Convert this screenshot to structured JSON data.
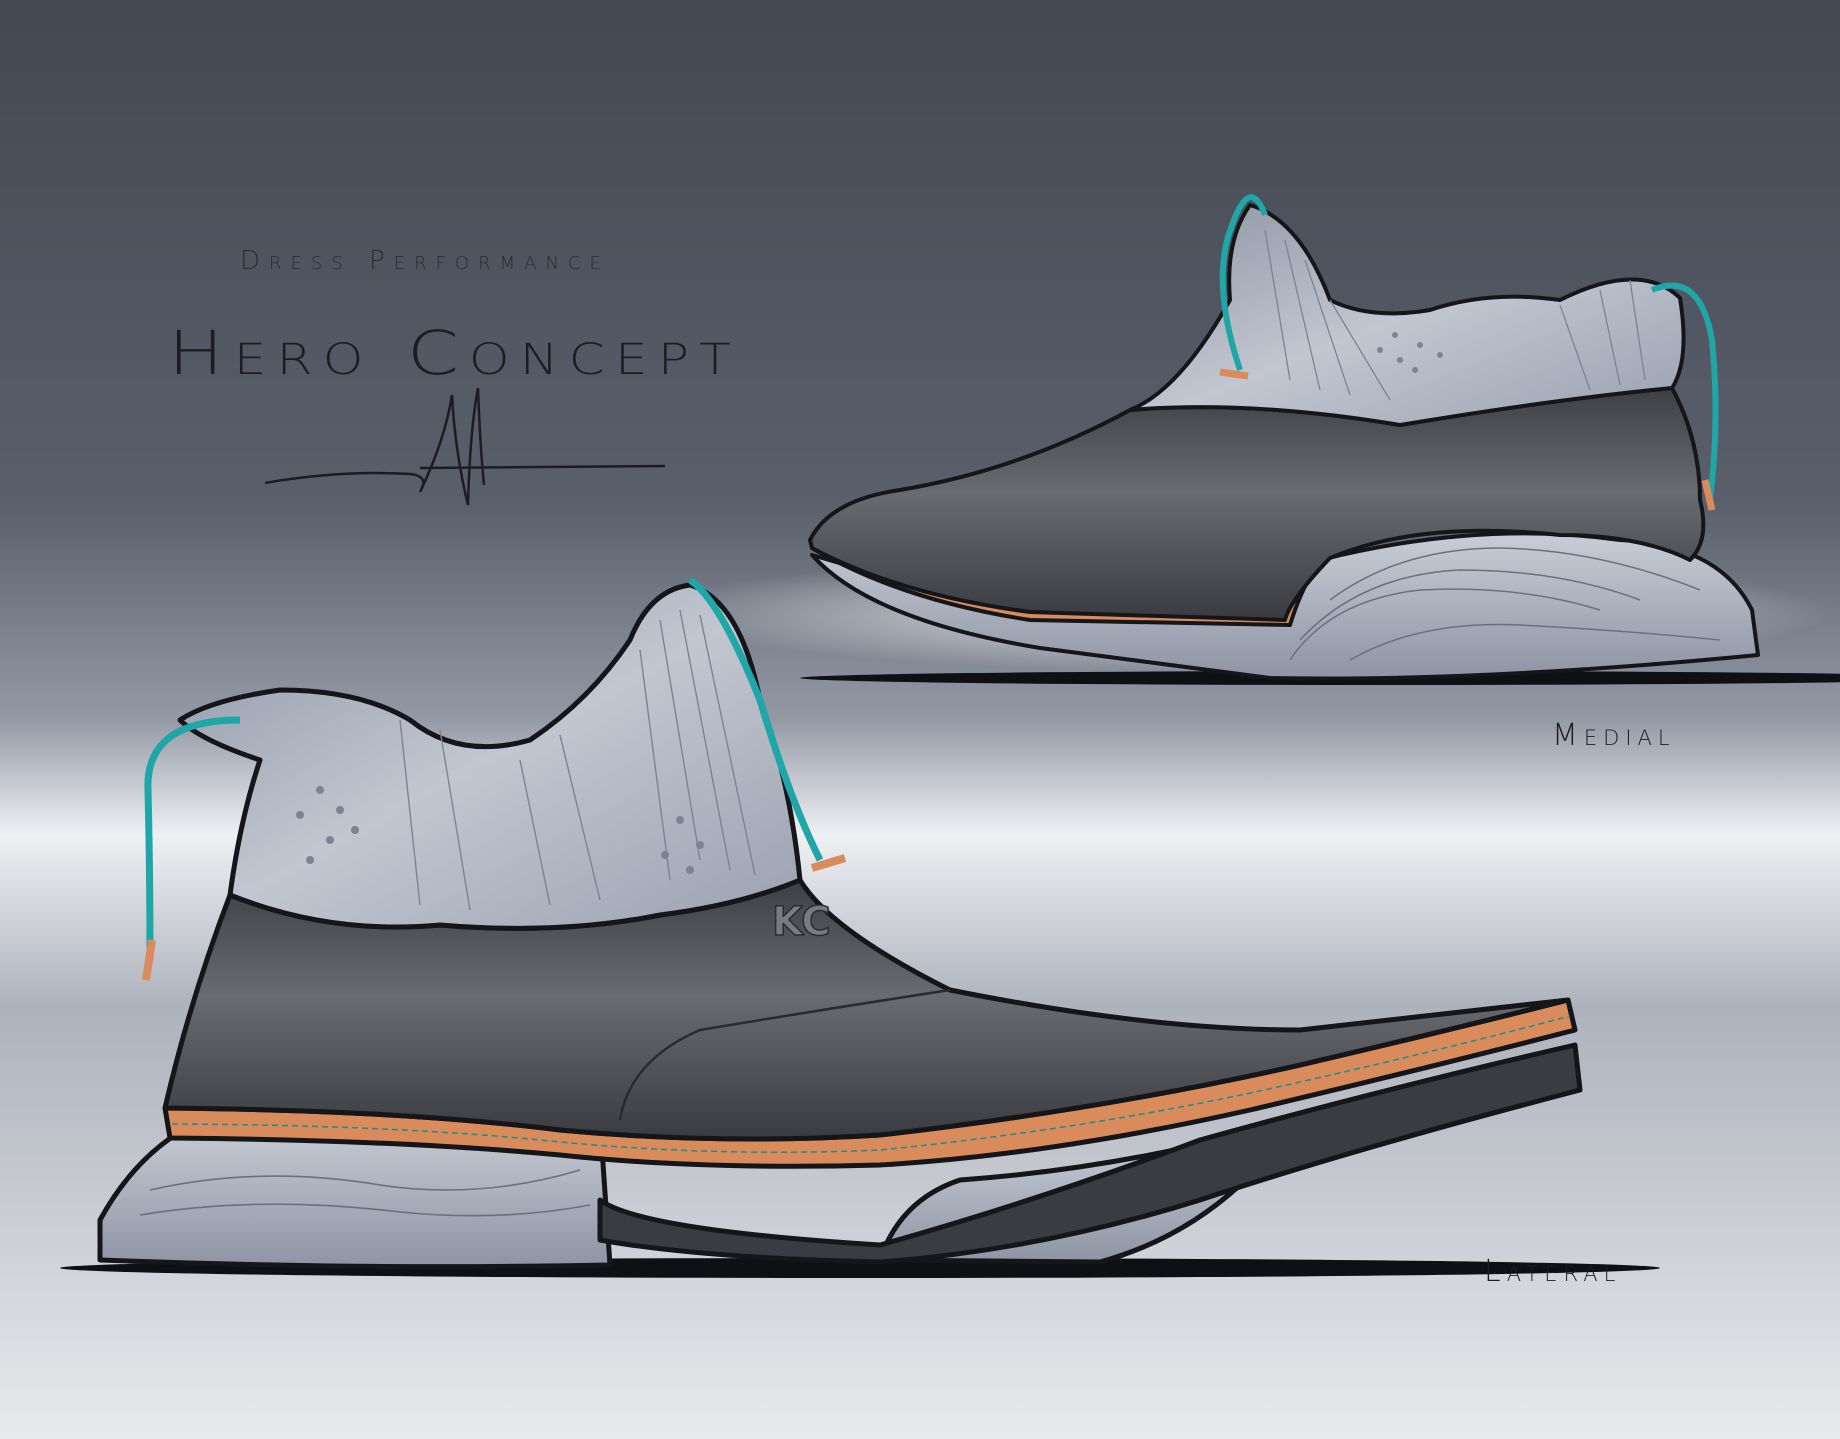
{
  "sketch": {
    "subtitle": "Dress Performance",
    "title": "Hero Concept",
    "logo_text": "KC",
    "view_labels": {
      "medial": "Medial",
      "lateral": "Lateral"
    }
  },
  "colors": {
    "background_top": "#474b55",
    "background_highlight": "#f3f4f6",
    "upper_leather": "#4c4d52",
    "knit_collar": "#a8adbb",
    "midsole_foam": "#a3a8b6",
    "welt_accent": "#d98b5c",
    "pull_loop": "#1fa6a6",
    "outline": "#15161a"
  },
  "icons": [
    "signature-icon",
    "shoe-medial-illustration",
    "shoe-lateral-illustration"
  ]
}
